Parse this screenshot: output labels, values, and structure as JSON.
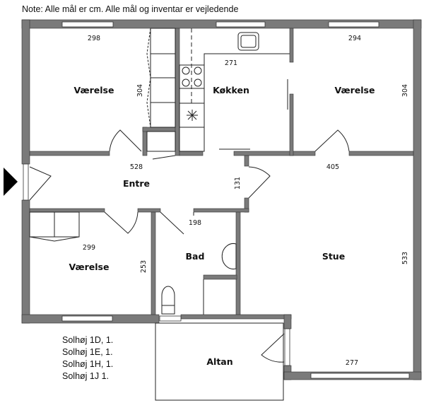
{
  "note": "Note: Alle mål er cm. Alle mål og inventar er vejledende",
  "rooms": {
    "vaerelse_nw": {
      "label": "Værelse",
      "width": "298",
      "depth": "304"
    },
    "kokken": {
      "label": "Køkken",
      "width": "271"
    },
    "vaerelse_ne": {
      "label": "Værelse",
      "width": "294",
      "depth": "304"
    },
    "entre": {
      "label": "Entre",
      "width": "528",
      "depth": "131"
    },
    "stue": {
      "label": "Stue",
      "width_top": "405",
      "width_bottom": "277",
      "depth": "533"
    },
    "vaerelse_sw": {
      "label": "Værelse",
      "width": "299",
      "depth": "253"
    },
    "bad": {
      "label": "Bad",
      "width": "198"
    },
    "altan": {
      "label": "Altan"
    }
  },
  "addresses": [
    "Solhøj 1D, 1.",
    "Solhøj 1E, 1.",
    "Solhøj 1H, 1.",
    "Solhøj 1J 1."
  ],
  "colors": {
    "wall": "#7a7a7a",
    "line": "#222222"
  }
}
